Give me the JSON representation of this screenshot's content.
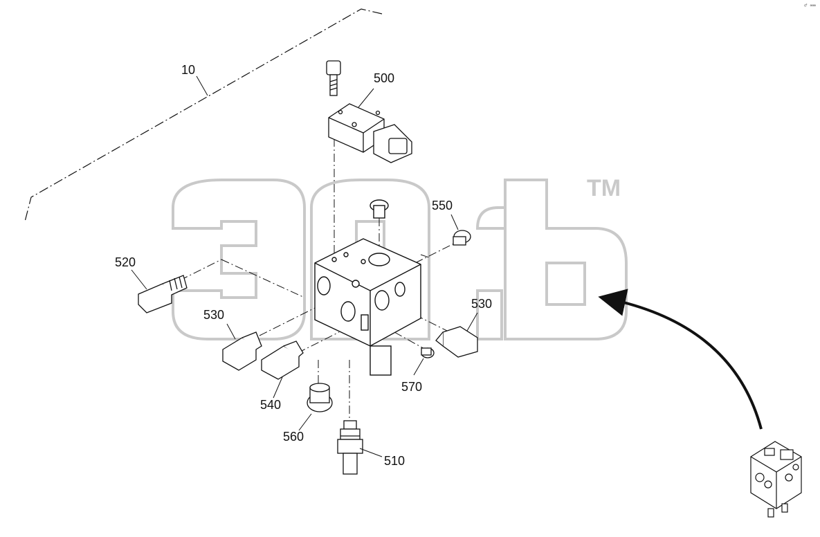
{
  "callouts": {
    "c10": "10",
    "c500": "500",
    "c550": "550",
    "c520": "520",
    "c530a": "530",
    "c530b": "530",
    "c540": "540",
    "c570": "570",
    "c560": "560",
    "c510": "510"
  },
  "watermark": {
    "trademark": "TM"
  },
  "corner_mark": "♂ ∞∞",
  "colors": {
    "line": "#111111",
    "watermark": "#c9c9c9",
    "background": "#ffffff"
  }
}
